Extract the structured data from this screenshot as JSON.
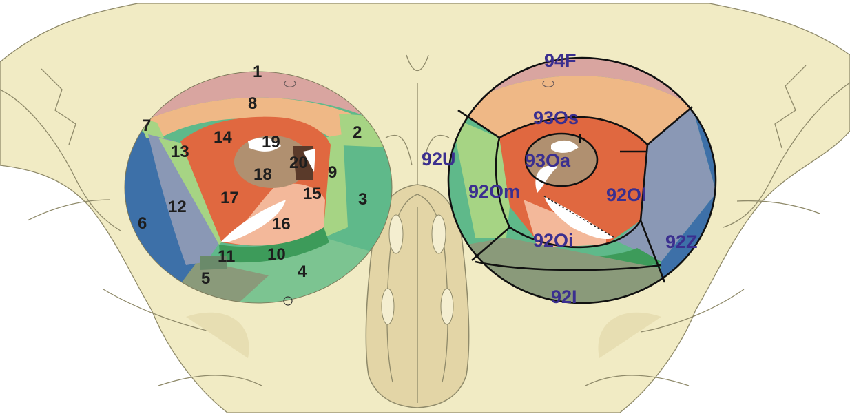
{
  "figure": {
    "left_labels": [
      "1",
      "2",
      "3",
      "4",
      "5",
      "6",
      "7",
      "8",
      "9",
      "10",
      "11",
      "12",
      "13",
      "14",
      "15",
      "16",
      "17",
      "18",
      "19",
      "20"
    ],
    "right_labels": [
      "94F",
      "93Os",
      "93Oa",
      "92U",
      "92Om",
      "92Ol",
      "92Oi",
      "92Z",
      "92I"
    ],
    "colors": {
      "skull": "#f1ebc4",
      "sector_roof": "#d9a5a0",
      "sector_upper": "#efb886",
      "sector_core": "#e06840",
      "sector_apex": "#b09070",
      "sector_inner_light": "#f3b89a",
      "lateral_blue": "#3d70a8",
      "lateral_grey": "#8a98b5",
      "medial_green": "#5fb98a",
      "light_green": "#a6d484",
      "dark_green": "#3d9b5a",
      "floor_grey": "#8a9a7a",
      "label_left": "#1e1e1e",
      "label_right": "#3b2f8f"
    }
  }
}
